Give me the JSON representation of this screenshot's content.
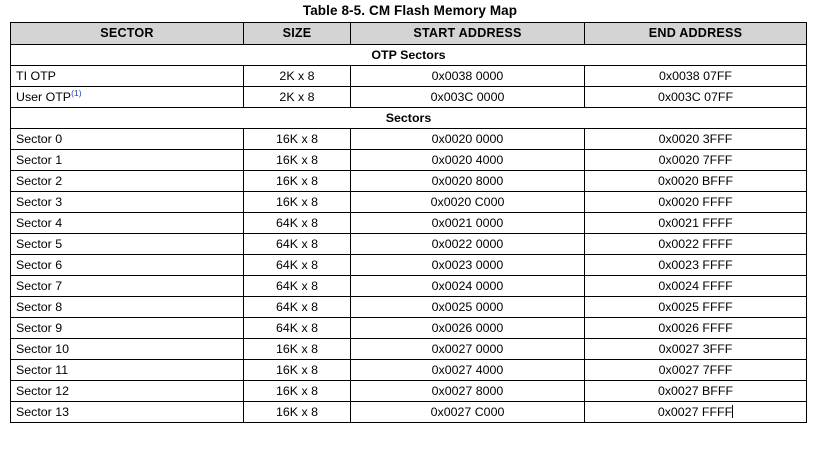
{
  "document": {
    "title": "Table 8-5. CM Flash Memory Map"
  },
  "table": {
    "columns": [
      {
        "key": "sector",
        "label": "SECTOR"
      },
      {
        "key": "size",
        "label": "SIZE"
      },
      {
        "key": "start",
        "label": "START ADDRESS"
      },
      {
        "key": "end",
        "label": "END ADDRESS"
      }
    ],
    "sections": [
      {
        "heading": "OTP Sectors",
        "rows": [
          {
            "sector": "TI OTP",
            "footnote": "",
            "size": "2K x 8",
            "start": "0x0038 0000",
            "end": "0x0038 07FF"
          },
          {
            "sector": "User OTP",
            "footnote": "(1)",
            "size": "2K x 8",
            "start": "0x003C 0000",
            "end": "0x003C 07FF"
          }
        ]
      },
      {
        "heading": "Sectors",
        "rows": [
          {
            "sector": "Sector 0",
            "footnote": "",
            "size": "16K x 8",
            "start": "0x0020 0000",
            "end": "0x0020 3FFF"
          },
          {
            "sector": "Sector 1",
            "footnote": "",
            "size": "16K x 8",
            "start": "0x0020 4000",
            "end": "0x0020 7FFF"
          },
          {
            "sector": "Sector 2",
            "footnote": "",
            "size": "16K x 8",
            "start": "0x0020 8000",
            "end": "0x0020 BFFF"
          },
          {
            "sector": "Sector 3",
            "footnote": "",
            "size": "16K x 8",
            "start": "0x0020 C000",
            "end": "0x0020 FFFF"
          },
          {
            "sector": "Sector 4",
            "footnote": "",
            "size": "64K x 8",
            "start": "0x0021 0000",
            "end": "0x0021 FFFF"
          },
          {
            "sector": "Sector 5",
            "footnote": "",
            "size": "64K x 8",
            "start": "0x0022 0000",
            "end": "0x0022 FFFF"
          },
          {
            "sector": "Sector 6",
            "footnote": "",
            "size": "64K x 8",
            "start": "0x0023 0000",
            "end": "0x0023 FFFF"
          },
          {
            "sector": "Sector 7",
            "footnote": "",
            "size": "64K x 8",
            "start": "0x0024 0000",
            "end": "0x0024 FFFF"
          },
          {
            "sector": "Sector 8",
            "footnote": "",
            "size": "64K x 8",
            "start": "0x0025 0000",
            "end": "0x0025 FFFF"
          },
          {
            "sector": "Sector 9",
            "footnote": "",
            "size": "64K x 8",
            "start": "0x0026 0000",
            "end": "0x0026 FFFF"
          },
          {
            "sector": "Sector 10",
            "footnote": "",
            "size": "16K x 8",
            "start": "0x0027 0000",
            "end": "0x0027 3FFF"
          },
          {
            "sector": "Sector 11",
            "footnote": "",
            "size": "16K x 8",
            "start": "0x0027 4000",
            "end": "0x0027 7FFF"
          },
          {
            "sector": "Sector 12",
            "footnote": "",
            "size": "16K x 8",
            "start": "0x0027 8000",
            "end": "0x0027 BFFF"
          },
          {
            "sector": "Sector 13",
            "footnote": "",
            "size": "16K x 8",
            "start": "0x0027 C000",
            "end": "0x0027 FFFF",
            "caret_after_end": true
          }
        ]
      }
    ]
  },
  "colors": {
    "header_background": "#d4d4d4",
    "border": "#000000",
    "footnote_link": "#1f3fbf",
    "text": "#000000",
    "page_background": "#ffffff"
  }
}
